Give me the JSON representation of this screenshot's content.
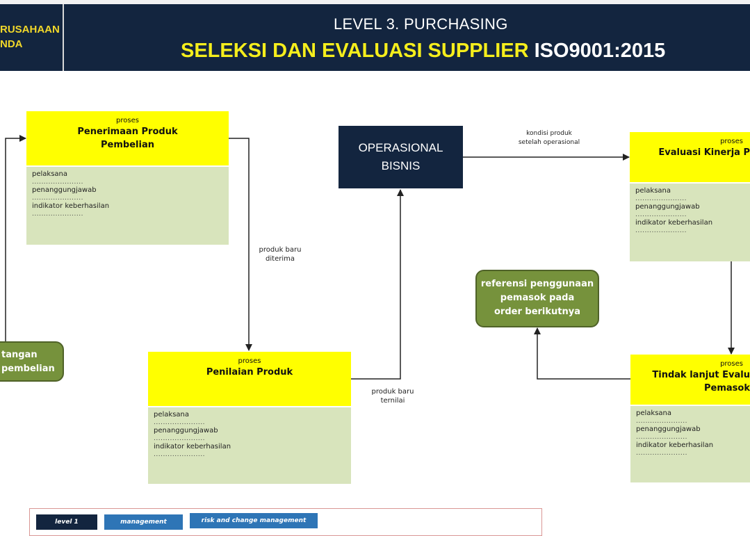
{
  "header": {
    "company_line1": "RUSAHAAN",
    "company_line2": "NDA",
    "level": "LEVEL 3. PURCHASING",
    "title_yellow": "SELEKSI DAN EVALUASI SUPPLIER",
    "title_white": "ISO9001:2015"
  },
  "processes": {
    "penerimaan": {
      "tag": "proses",
      "name_line1": "Penerimaan Produk",
      "name_line2": "Pembelian",
      "rows": [
        "pelaksana",
        "penanggungjawab",
        "indikator keberhasilan"
      ],
      "dots": "......................"
    },
    "penilaian": {
      "tag": "proses",
      "name_line1": "Penilaian Produk",
      "rows": [
        "pelaksana",
        "penanggungjawab",
        "indikator keberhasilan"
      ],
      "dots": "......................"
    },
    "evaluasi": {
      "tag": "proses",
      "name_line1": "Evaluasi  Kinerja P",
      "rows": [
        "pelaksana",
        "penanggungjawab",
        "indikator keberhasilan"
      ],
      "dots": "......................"
    },
    "tindak": {
      "tag": "proses",
      "name_line1": "Tindak  lanjut Evalu",
      "name_line2": "Pemasok",
      "rows": [
        "pelaksana",
        "penanggungjawab",
        "indikator keberhasilan"
      ],
      "dots": "......................"
    }
  },
  "operasional": {
    "line1": "OPERASIONAL",
    "line2": "BISNIS"
  },
  "green_boxes": {
    "kedatangan": {
      "line1": "tangan",
      "line2": "pembelian"
    },
    "referensi": {
      "line1": "referensi  penggunaan",
      "line2": "pemasok pada",
      "line3": "order berikutnya"
    }
  },
  "flow_labels": {
    "diterima": {
      "line1": "produk baru",
      "line2": "diterima"
    },
    "ternilai": {
      "line1": "produk baru",
      "line2": "ternilai"
    },
    "kondisi": {
      "line1": "kondisi produk",
      "line2": "setelah operasional"
    }
  },
  "legend": {
    "level": "level 1",
    "management": "management",
    "risk": "risk and change management"
  },
  "colors": {
    "navy": "#13253f",
    "yellow": "#ffff00",
    "green_box": "#76923c",
    "body_green": "#d8e4bc",
    "legend_blue": "#2e75b6"
  }
}
